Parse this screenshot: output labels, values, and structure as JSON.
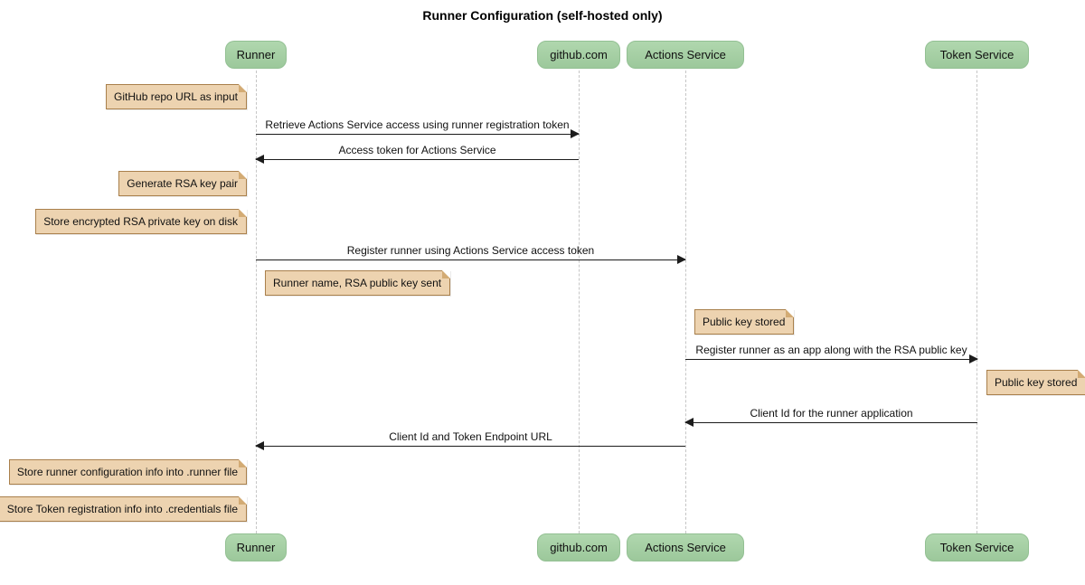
{
  "title": "Runner Configuration (self-hosted only)",
  "participants": [
    {
      "label": "Runner"
    },
    {
      "label": "github.com"
    },
    {
      "label": "Actions Service"
    },
    {
      "label": "Token Service"
    }
  ],
  "notes": [
    {
      "text": "GitHub repo URL as input",
      "position": "left of Runner"
    },
    {
      "text": "Generate RSA key pair",
      "position": "left of Runner"
    },
    {
      "text": "Store encrypted RSA private key on disk",
      "position": "left of Runner"
    },
    {
      "text": "Runner name, RSA public key sent",
      "position": "right of Runner"
    },
    {
      "text": "Public key stored",
      "position": "right of Actions Service"
    },
    {
      "text": "Public key stored",
      "position": "right of Token Service"
    },
    {
      "text": "Store runner configuration info into .runner file",
      "position": "left of Runner"
    },
    {
      "text": "Store Token registration info into .credentials file",
      "position": "left of Runner"
    }
  ],
  "messages": [
    {
      "label": "Retrieve Actions Service access using runner registration token",
      "from": "Runner",
      "to": "github.com"
    },
    {
      "label": "Access token for Actions Service",
      "from": "github.com",
      "to": "Runner"
    },
    {
      "label": "Register runner using Actions Service access token",
      "from": "Runner",
      "to": "Actions Service"
    },
    {
      "label": "Register runner as an app along with the RSA public key",
      "from": "Actions Service",
      "to": "Token Service"
    },
    {
      "label": "Client Id for the runner application",
      "from": "Token Service",
      "to": "Actions Service"
    },
    {
      "label": "Client Id and Token Endpoint URL",
      "from": "Actions Service",
      "to": "Runner"
    }
  ],
  "colors": {
    "participant_fill": "#a5cfa4",
    "participant_border": "#93c093",
    "note_fill": "#edd3b0",
    "note_border": "#a9804c",
    "lifeline": "#c6c6c6",
    "arrow": "#1c1c1c",
    "background": "#ffffff"
  }
}
